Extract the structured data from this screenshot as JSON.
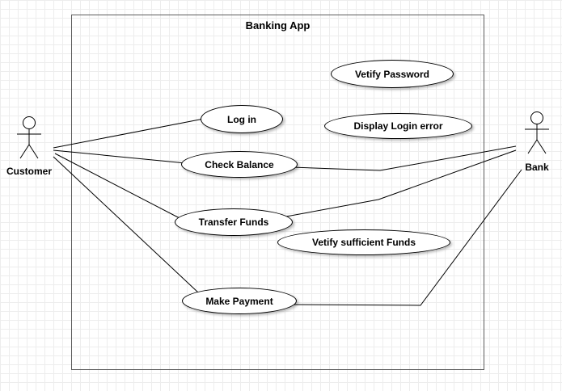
{
  "diagram": {
    "title": "Banking App",
    "actors": [
      {
        "label": "Customer"
      },
      {
        "label": "Bank"
      }
    ],
    "use_cases": [
      {
        "label": "Vetify Password"
      },
      {
        "label": "Log in"
      },
      {
        "label": "Display Login error"
      },
      {
        "label": "Check Balance"
      },
      {
        "label": "Transfer Funds"
      },
      {
        "label": "Vetify sufficient Funds"
      },
      {
        "label": "Make Payment"
      }
    ],
    "associations": [
      {
        "from": "Customer",
        "to": "Log in"
      },
      {
        "from": "Customer",
        "to": "Check Balance"
      },
      {
        "from": "Customer",
        "to": "Transfer Funds"
      },
      {
        "from": "Customer",
        "to": "Make Payment"
      },
      {
        "from": "Bank",
        "to": "Check Balance"
      },
      {
        "from": "Bank",
        "to": "Transfer Funds"
      },
      {
        "from": "Bank",
        "to": "Make Payment"
      }
    ],
    "colors": {
      "shape_fill": "#ffffff",
      "shape_border": "#000000",
      "connector": "#000000",
      "boundary_border": "#5c5c5c"
    }
  }
}
